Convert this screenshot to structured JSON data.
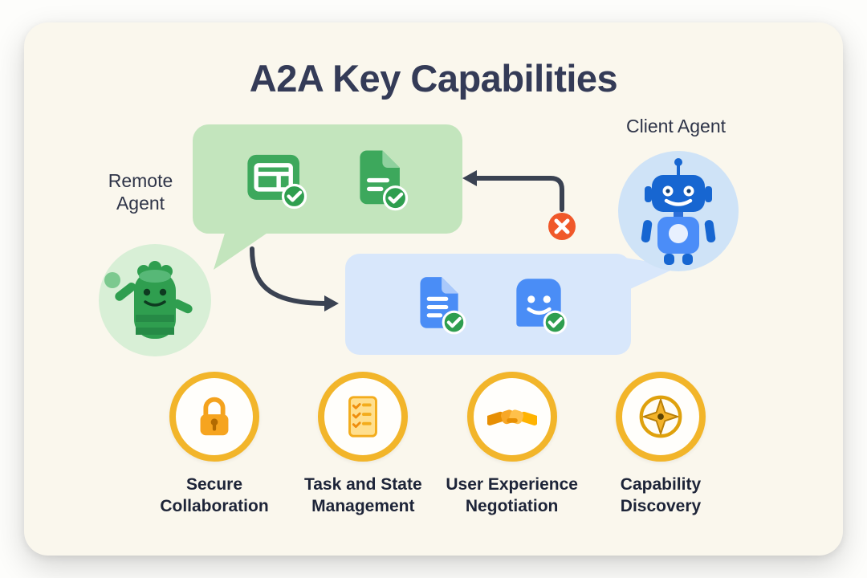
{
  "title": "A2A Key Capabilities",
  "agents": {
    "client": {
      "label": "Client Agent"
    },
    "remote": {
      "label": "Remote Agent"
    }
  },
  "bubbles": {
    "green": {
      "icons": [
        "table-check-icon",
        "document-check-icon"
      ]
    },
    "blue": {
      "icons": [
        "document-check-icon",
        "chat-smile-check-icon"
      ]
    }
  },
  "badges": {
    "error": "x"
  },
  "capabilities": [
    {
      "line1": "Secure",
      "line2": "Collaboration",
      "icon": "lock-icon"
    },
    {
      "line1": "Task and State",
      "line2": "Management",
      "icon": "checklist-icon"
    },
    {
      "line1": "User Experience",
      "line2": "Negotiation",
      "icon": "handshake-icon"
    },
    {
      "line1": "Capability",
      "line2": "Discovery",
      "icon": "compass-icon"
    }
  ],
  "colors": {
    "green": "#3da85c",
    "green_light": "#c3e5bd",
    "blue": "#4a8df6",
    "blue_light": "#d8e7fb",
    "ring_yellow": "#f2b52a",
    "error_orange": "#f0582a",
    "title_navy": "#343b57",
    "arrow_dark": "#3a4252"
  }
}
